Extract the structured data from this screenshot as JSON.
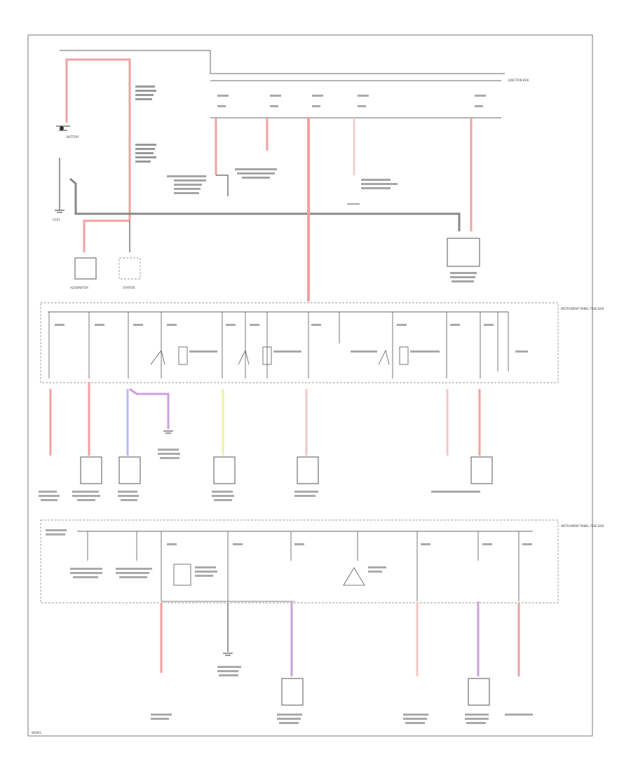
{
  "colors": {
    "red": "#f2a0a0",
    "pink": "#f5c6c6",
    "blue": "#b8b8ff",
    "violet": "#c9a0dc",
    "yellow": "#f0f0a0",
    "ground": "#888888",
    "line": "#333333"
  },
  "labels": {
    "battery": "BATTERY",
    "ground_left": "G101",
    "alternator": "ALTERNATOR",
    "starter": "STARTER",
    "junction_top": "JUNCTION BOX",
    "fuse_box_mid": "INSTRUMENT PANEL FUSE BOX",
    "fuse_box_bottom": "INSTRUMENT PANEL FUSE BOX",
    "footer_code": "W0001"
  },
  "icons": {
    "battery": "battery-icon",
    "ground": "ground-icon",
    "fuse": "fuse-icon",
    "relay": "relay-icon"
  }
}
